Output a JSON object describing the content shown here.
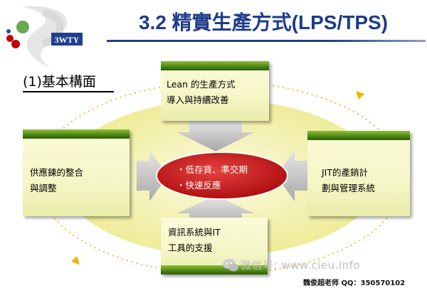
{
  "slide": {
    "title": "3.2 精實生產方式(LPS/TPS)",
    "subtitle": "(1)基本構面",
    "logo_text": "3WTY"
  },
  "boxes": {
    "top": {
      "line1": "Lean 的生產方式",
      "line2": "導入與持續改善"
    },
    "left": {
      "line1": "供應鍊的整合",
      "line2": "與調整"
    },
    "right": {
      "line1": "JIT的產銷計",
      "line2": "劃與管理系統"
    },
    "bottom": {
      "line1": "資訊系統與IT",
      "line2": "工具的支援"
    }
  },
  "center": {
    "item1": "・低存貨、準交期",
    "item2": "・快速反應"
  },
  "watermark": "微信号: www.cieu.info",
  "author": "魏俊超老师 QQ：350570102",
  "colors": {
    "title": "#1e3c8a",
    "ellipse": "#f4f2a8",
    "center": "#d21f1f",
    "box_bar": "#4f8a14",
    "arrow": "#bfbfbf"
  }
}
